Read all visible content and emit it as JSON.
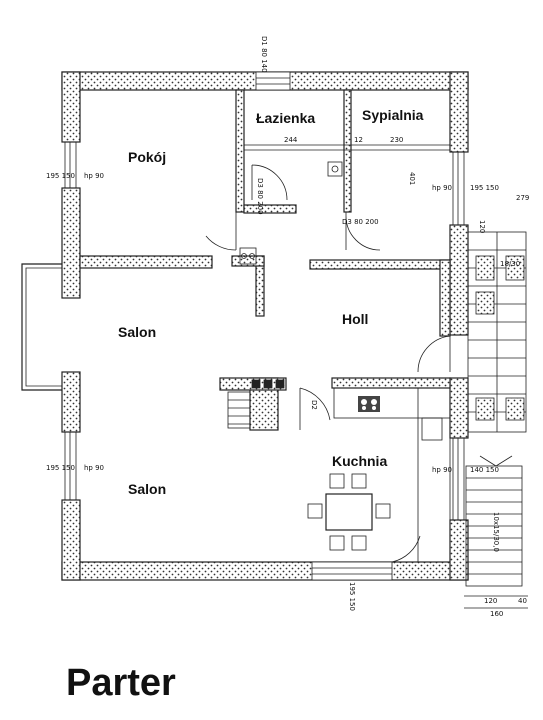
{
  "plan": {
    "title": "Parter",
    "rooms": {
      "lazienka": "Łazienka",
      "sypialnia": "Sypialnia",
      "pokoj": "Pokój",
      "holl": "Holl",
      "salon_upper": "Salon",
      "salon_lower": "Salon",
      "kuchnia": "Kuchnia"
    },
    "dimensions": {
      "top_window": "D1 80 140",
      "bath_width": "244",
      "bedroom_12": "12",
      "bedroom_width": "230",
      "bedroom_depth": "401",
      "left_window_a": "195 150",
      "left_window_b": "hp 90",
      "door_d3_a": "D3 80 200",
      "door_d3_b": "D3 80 200",
      "right_window_a": "195 150",
      "right_window_b": "hp 90",
      "stair_279": "279",
      "stair_120": "120",
      "stair_18": "18/30",
      "kitchen_window_a": "140 150",
      "kitchen_window_b": "hp 90",
      "left_low_window_a": "195 150",
      "left_low_window_b": "hp 90",
      "bottom_window": "195 150",
      "stair_run": "10x15/30,0",
      "bottom_120": "120",
      "bottom_40": "40",
      "bottom_160": "160",
      "d2": "D2"
    }
  }
}
